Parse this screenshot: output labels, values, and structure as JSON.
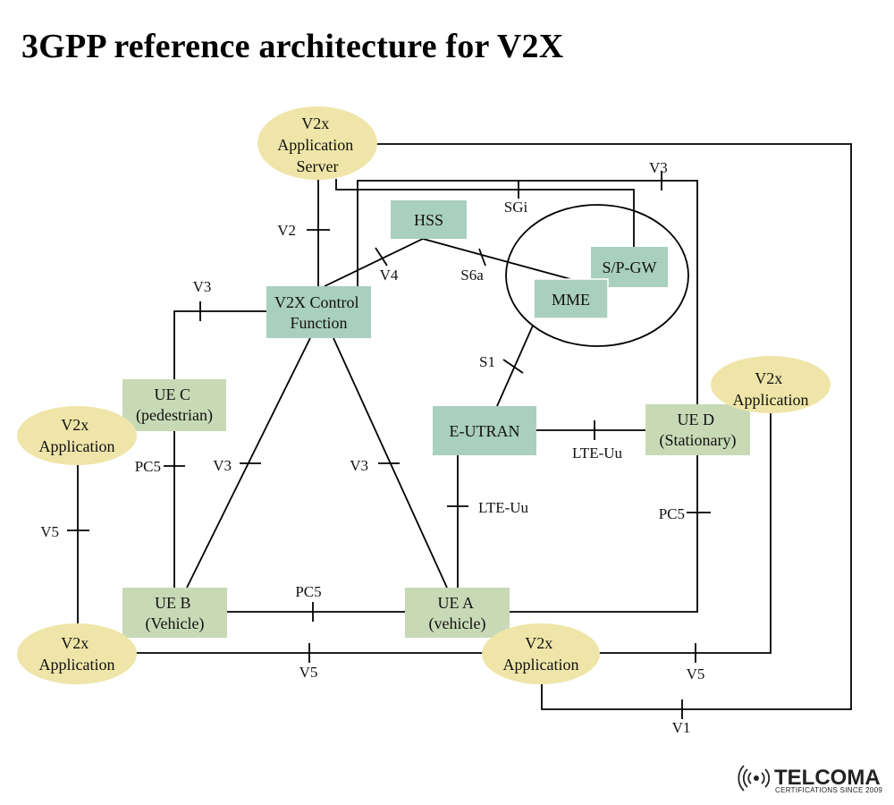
{
  "title": "3GPP reference architecture for V2X",
  "colors": {
    "entity_fill": "#a9cfbe",
    "ue_fill": "#c8d9b6",
    "app_fill": "#efe5a8",
    "line": "#000000"
  },
  "nodes": {
    "app_server": [
      "V2x",
      "Application",
      "Server"
    ],
    "v2x_cf": [
      "V2X Control",
      "Function"
    ],
    "hss": [
      "HSS"
    ],
    "spgw": [
      "S/P-GW"
    ],
    "mme": [
      "MME"
    ],
    "eutran": [
      "E-UTRAN"
    ],
    "ue_c": [
      "UE C",
      "(pedestrian)"
    ],
    "ue_d": [
      "UE D",
      "(Stationary)"
    ],
    "ue_b": [
      "UE B",
      "(Vehicle)"
    ],
    "ue_a": [
      "UE A",
      "(vehicle)"
    ],
    "app_left": [
      "V2x",
      "Application"
    ],
    "app_bottom_left": [
      "V2x",
      "Application"
    ],
    "app_bottom_mid": [
      "V2x",
      "Application"
    ],
    "app_right": [
      "V2x",
      "Application"
    ]
  },
  "interfaces": {
    "v2": "V2",
    "v3_top": "V3",
    "sgi": "SGi",
    "v3_left": "V3",
    "v4": "V4",
    "s6a": "S6a",
    "s1": "S1",
    "pc5_left": "PC5",
    "v3_cf_ueb": "V3",
    "v3_cf_uea": "V3",
    "lte_uu_d": "LTE-Uu",
    "lte_uu_a": "LTE-Uu",
    "pc5_right": "PC5",
    "v5_left": "V5",
    "pc5_bottom": "PC5",
    "v5_bottom": "V5",
    "v5_right": "V5",
    "v1": "V1"
  },
  "logo": {
    "name": "TELCOMA",
    "tagline": "CERTIFICATIONS SINCE 2009"
  }
}
